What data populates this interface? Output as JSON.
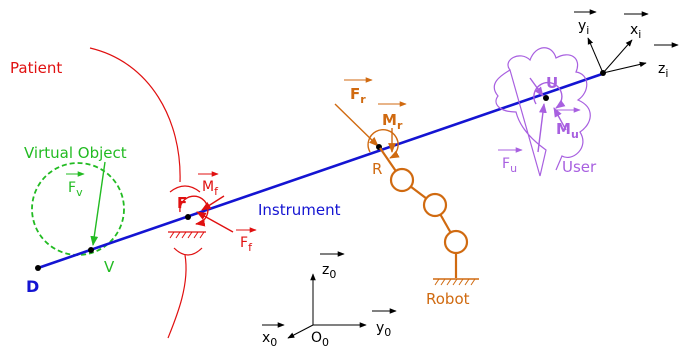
{
  "colors": {
    "instrument": "#1414d2",
    "patient": "#e01010",
    "virtual": "#22bb22",
    "robot": "#d06a10",
    "user": "#a860e0",
    "frame": "#000000"
  },
  "labels": {
    "patient": "Patient",
    "virtual_object": "Virtual Object",
    "instrument": "Instrument",
    "robot": "Robot",
    "user": "User",
    "point_d": "D",
    "point_v": "V",
    "point_f": "F",
    "point_r": "R",
    "point_u": "U"
  },
  "symbols": {
    "force_virtual": {
      "main": "F",
      "sub": "v"
    },
    "force_patient": {
      "main": "F",
      "sub": "f"
    },
    "moment_patient": {
      "main": "M",
      "sub": "f"
    },
    "force_robot": {
      "main": "F",
      "sub": "r"
    },
    "moment_robot": {
      "main": "M",
      "sub": "r"
    },
    "force_user": {
      "main": "F",
      "sub": "u"
    },
    "moment_user": {
      "main": "M",
      "sub": "u"
    }
  },
  "frames": {
    "base": {
      "x": {
        "main": "x",
        "sub": "0"
      },
      "y": {
        "main": "y",
        "sub": "0"
      },
      "z": {
        "main": "z",
        "sub": "0"
      },
      "origin": {
        "main": "O",
        "sub": "0"
      }
    },
    "instrument": {
      "x": {
        "main": "x",
        "sub": "i"
      },
      "y": {
        "main": "y",
        "sub": "i"
      },
      "z": {
        "main": "z",
        "sub": "i"
      }
    }
  }
}
